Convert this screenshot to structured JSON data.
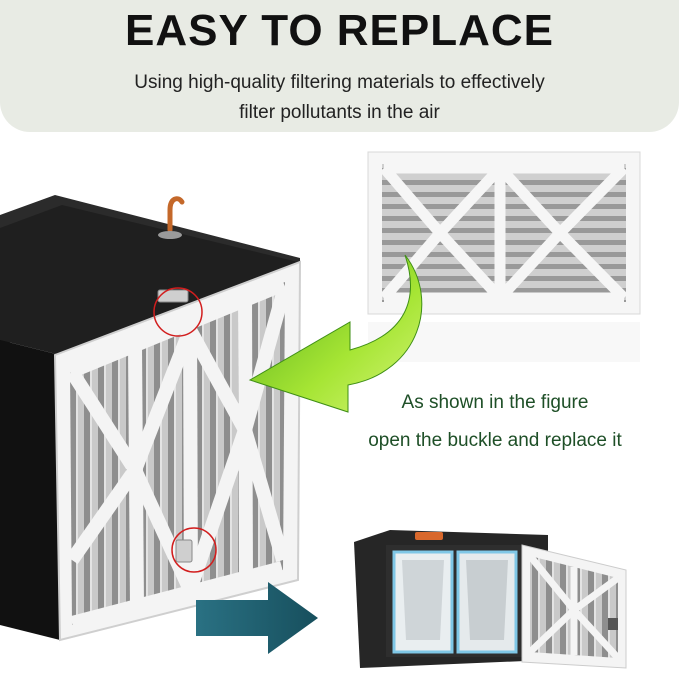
{
  "header": {
    "title": "EASY TO REPLACE",
    "subtitle_line1": "Using high-quality filtering materials to effectively",
    "subtitle_line2": "filter pollutants in the air"
  },
  "caption": {
    "line1": "As shown in the figure",
    "line2": "open the buckle and replace it"
  },
  "colors": {
    "header_bg": "#e8ebe4",
    "caption_text": "#1e4f27",
    "arrow_green": "#8bd22a",
    "arrow_teal": "#1d5f6e",
    "highlight_circle": "#d21e1e",
    "housing": "#1e1e1e",
    "hook": "#c4682a"
  },
  "icons": {
    "curved_arrow": "curved-arrow-icon",
    "straight_arrow": "right-arrow-icon",
    "highlight": "red-circle-icon"
  }
}
